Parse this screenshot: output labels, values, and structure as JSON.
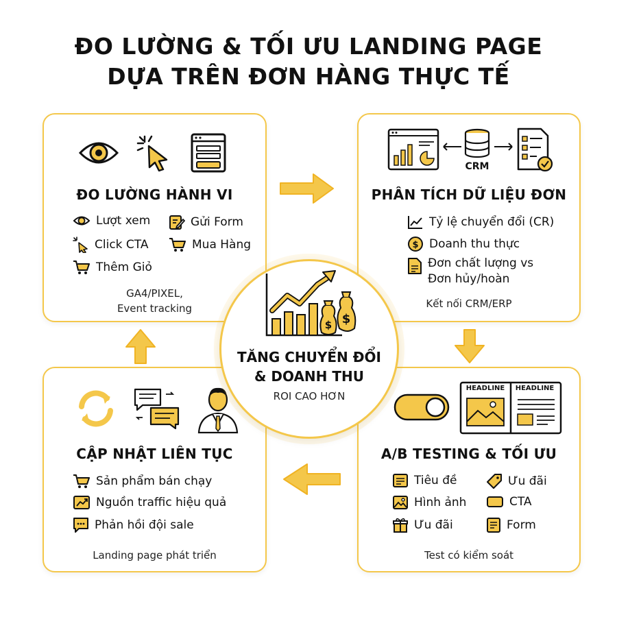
{
  "title": {
    "line1": "ĐO LƯỜNG & TỐI ƯU LANDING PAGE",
    "line2": "DỰA TRÊN ĐƠN HÀNG THỰC TẾ"
  },
  "colors": {
    "accent": "#f4c74a",
    "accent_dark": "#f0b323",
    "text": "#111111"
  },
  "cards": {
    "measure": {
      "title": "ĐO LƯỜNG HÀNH VI",
      "icons": [
        "eye-icon",
        "cursor-click-icon",
        "form-window-icon"
      ],
      "items": [
        {
          "icon": "eye-icon",
          "label": "Lượt xem"
        },
        {
          "icon": "edit-form-icon",
          "label": "Gửi Form"
        },
        {
          "icon": "cursor-click-icon",
          "label": "Click CTA"
        },
        {
          "icon": "cart-icon",
          "label": "Mua Hàng"
        },
        {
          "icon": "cart-icon",
          "label": "Thêm Giỏ"
        }
      ],
      "note_line1": "GA4/PIXEL,",
      "note_line2": "Event tracking"
    },
    "analyze": {
      "title": "PHÂN TÍCH DỮ LIỆU ĐƠN",
      "crm_label": "CRM",
      "icons": [
        "dashboard-chart-icon",
        "database-icon",
        "checklist-icon"
      ],
      "items": [
        {
          "icon": "trend-line-icon",
          "label": "Tỷ lệ chuyển đổi (CR)"
        },
        {
          "icon": "dollar-coin-icon",
          "label": "Doanh thu thực"
        },
        {
          "icon": "document-icon",
          "label": "Đơn chất lượng vs",
          "label2": "Đơn hủy/hoàn"
        }
      ],
      "note": "Kết nối CRM/ERP"
    },
    "update": {
      "title": "CẬP NHẬT LIÊN TỤC",
      "icons": [
        "refresh-icon",
        "chat-bubbles-icon",
        "businessman-icon"
      ],
      "items": [
        {
          "icon": "cart-icon",
          "label": "Sản phẩm bán chạy"
        },
        {
          "icon": "trend-chart-icon",
          "label": "Nguồn traffic hiệu quả"
        },
        {
          "icon": "chat-icon",
          "label": "Phản hồi đội sale"
        }
      ],
      "note": "Landing page phát triển"
    },
    "abtest": {
      "title": "A/B TESTING & TỐI ƯU",
      "headline_a": "HEADLINE",
      "headline_b": "HEADLINE",
      "icons": [
        "toggle-switch-icon",
        "split-page-icon"
      ],
      "items": [
        {
          "icon": "headline-icon",
          "label": "Tiêu đề"
        },
        {
          "icon": "tag-icon",
          "label": "Ưu đãi"
        },
        {
          "icon": "image-icon",
          "label": "Hình ảnh"
        },
        {
          "icon": "button-icon",
          "label": "CTA"
        },
        {
          "icon": "gift-icon",
          "label": "Ưu đãi"
        },
        {
          "icon": "form-icon",
          "label": "Form"
        }
      ],
      "note": "Test có kiểm soát"
    }
  },
  "center": {
    "line1": "TĂNG CHUYỂN ĐỔI",
    "line2": "& DOANH THU",
    "subtitle": "ROI CAO HƠN",
    "icon": "growth-chart-money-icon"
  }
}
